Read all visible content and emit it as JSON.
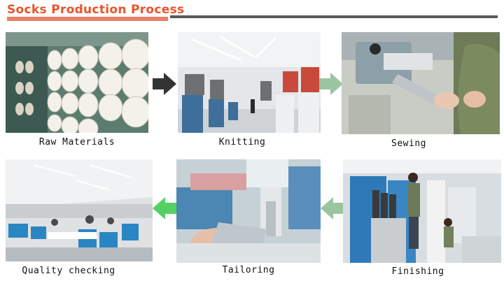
{
  "title": "Socks Production Process",
  "colors": {
    "title_text": "#e8542a",
    "title_underline": "#e98065",
    "arrow_dark": "#333333",
    "arrow_light_green": "#9bc5a0",
    "arrow_green": "#56cf62"
  },
  "steps": [
    {
      "label": "Raw Materials"
    },
    {
      "label": "Knitting"
    },
    {
      "label": "Sewing"
    },
    {
      "label": "Finishing"
    },
    {
      "label": "Tailoring"
    },
    {
      "label": "Quality checking"
    }
  ]
}
